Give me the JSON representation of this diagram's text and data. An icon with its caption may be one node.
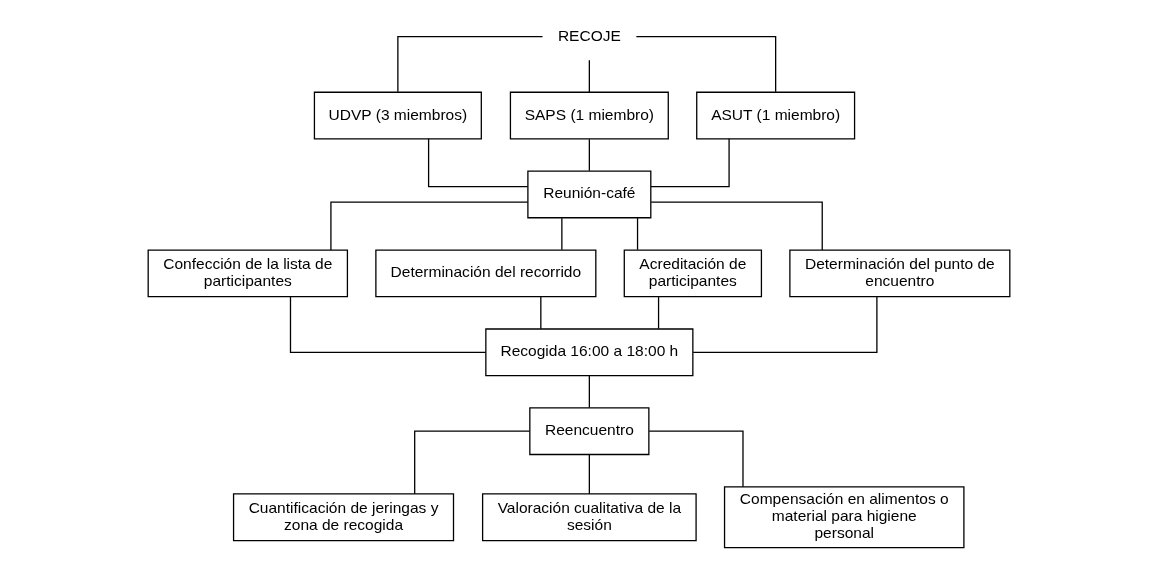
{
  "diagram": {
    "nodes": [
      {
        "text": [
          "RECOJE"
        ]
      },
      {
        "text": [
          "UDVP (3 miembros)"
        ]
      },
      {
        "text": [
          "SAPS (1 miembro)"
        ]
      },
      {
        "text": [
          "ASUT (1 miembro)"
        ]
      },
      {
        "text": [
          "Reunión-café"
        ]
      },
      {
        "text": [
          "Confección de la lista de participantes"
        ]
      },
      {
        "text": [
          "Determinación del recorrido"
        ]
      },
      {
        "text": [
          "Acreditación de participantes"
        ]
      },
      {
        "text": [
          "Determinación del punto de encuentro"
        ]
      },
      {
        "text": [
          "Recogida 16:00 a 18:00 h"
        ]
      },
      {
        "text": [
          "Reencuentro"
        ]
      },
      {
        "text": [
          "Cuantificación de jeringas y zona de recogida"
        ]
      },
      {
        "text": [
          "Valoración cualitativa de la sesión"
        ]
      },
      {
        "text": [
          "Compensación en alimentos o material para higiene personal"
        ]
      }
    ],
    "edges": [
      {
        "from": 0,
        "to": 1,
        "arrow": "none"
      },
      {
        "from": 0,
        "to": 2,
        "arrow": "none"
      },
      {
        "from": 0,
        "to": 3,
        "arrow": "none"
      },
      {
        "from": 1,
        "to": 4,
        "arrow": "none"
      },
      {
        "from": 2,
        "to": 4,
        "arrow": "none"
      },
      {
        "from": 3,
        "to": 4,
        "arrow": "none"
      },
      {
        "from": 4,
        "to": 5,
        "arrow": "none"
      },
      {
        "from": 4,
        "to": 6,
        "arrow": "none"
      },
      {
        "from": 4,
        "to": 7,
        "arrow": "none"
      },
      {
        "from": 4,
        "to": 8,
        "arrow": "none"
      },
      {
        "from": 5,
        "to": 9,
        "arrow": "none"
      },
      {
        "from": 6,
        "to": 9,
        "arrow": "none"
      },
      {
        "from": 7,
        "to": 9,
        "arrow": "none"
      },
      {
        "from": 8,
        "to": 9,
        "arrow": "none"
      },
      {
        "from": 9,
        "to": 10,
        "arrow": "none"
      },
      {
        "from": 10,
        "to": 11,
        "arrow": "none"
      },
      {
        "from": 10,
        "to": 12,
        "arrow": "none"
      },
      {
        "from": 10,
        "to": 13,
        "arrow": "none"
      }
    ]
  }
}
